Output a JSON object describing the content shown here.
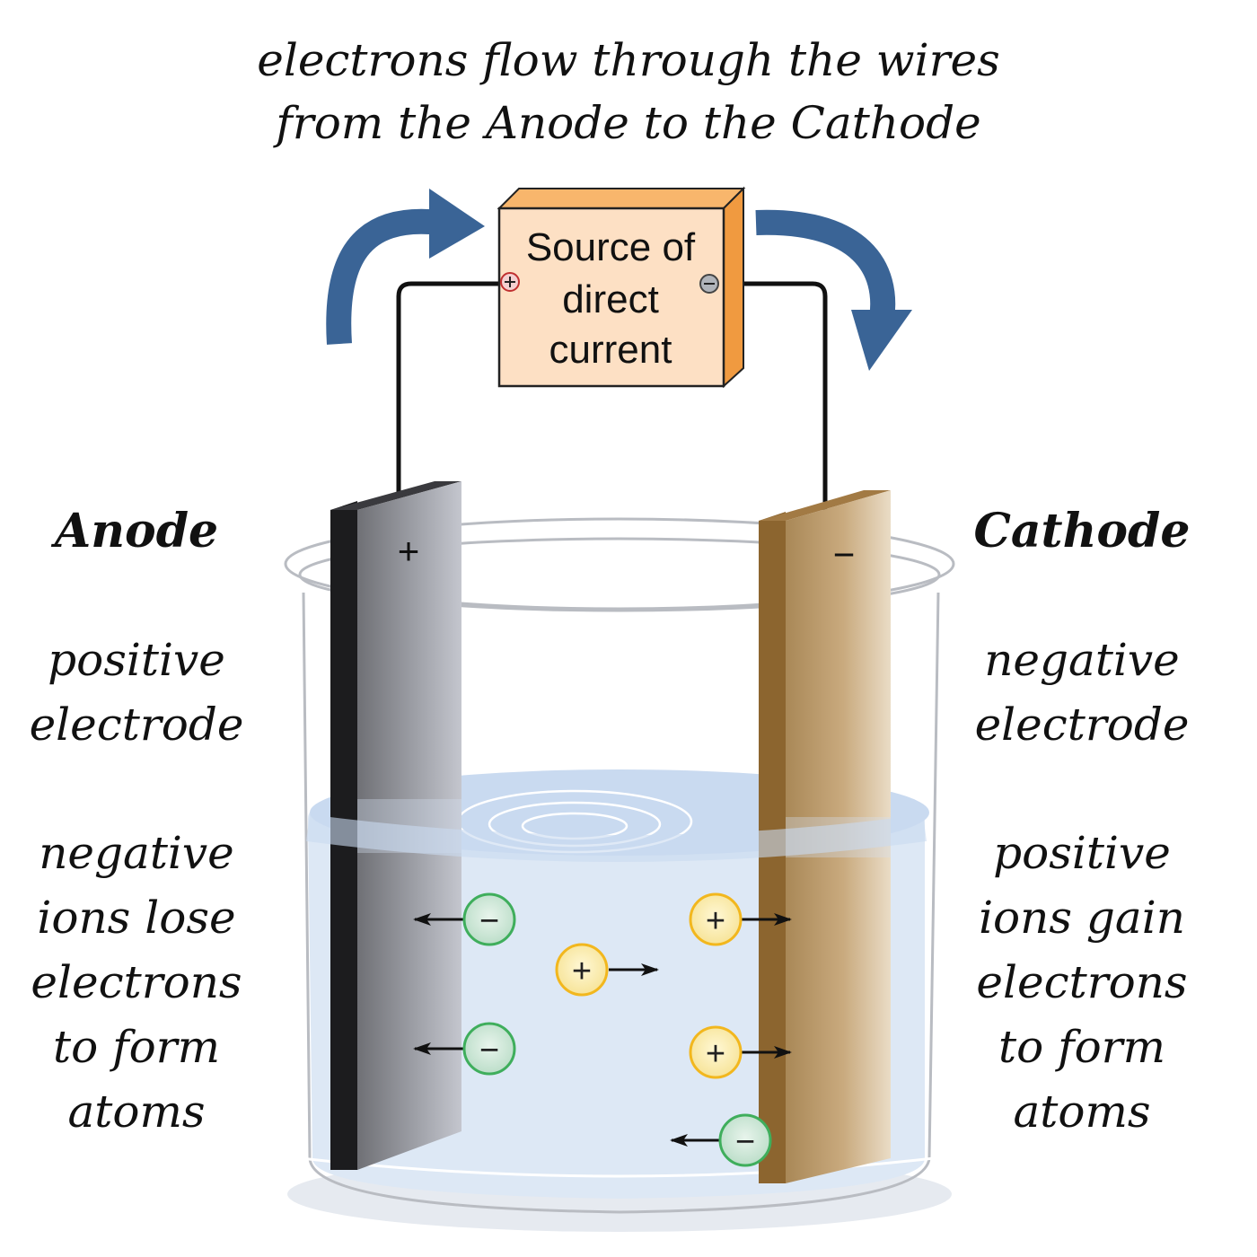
{
  "caption": {
    "line1": "electrons flow through the wires",
    "line2": "from the Anode to the Cathode"
  },
  "source_box": {
    "line1": "Source of",
    "line2": "direct",
    "line3": "current",
    "positive_terminal": "⊕",
    "negative_terminal": "⊖"
  },
  "anode": {
    "title": "Anode",
    "sign": "+",
    "description1": [
      "positive",
      "electrode"
    ],
    "description2": [
      "negative",
      "ions lose",
      "electrons",
      "to form",
      "atoms"
    ]
  },
  "cathode": {
    "title": "Cathode",
    "sign": "−",
    "description1": [
      "negative",
      "electrode"
    ],
    "description2": [
      "positive",
      "ions gain",
      "electrons",
      "to form",
      "atoms"
    ]
  },
  "ions": {
    "negative_symbol": "−",
    "positive_symbol": "+"
  },
  "colors": {
    "arrow_blue": "#3a6496",
    "box_face": "#fde0c4",
    "box_side": "#f2a054",
    "anode_metal": "#8e9096",
    "cathode_metal": "#b89a6e",
    "water": "#dde8f5",
    "negative_ion": "#cfe6d8",
    "positive_ion": "#fbefb6"
  }
}
